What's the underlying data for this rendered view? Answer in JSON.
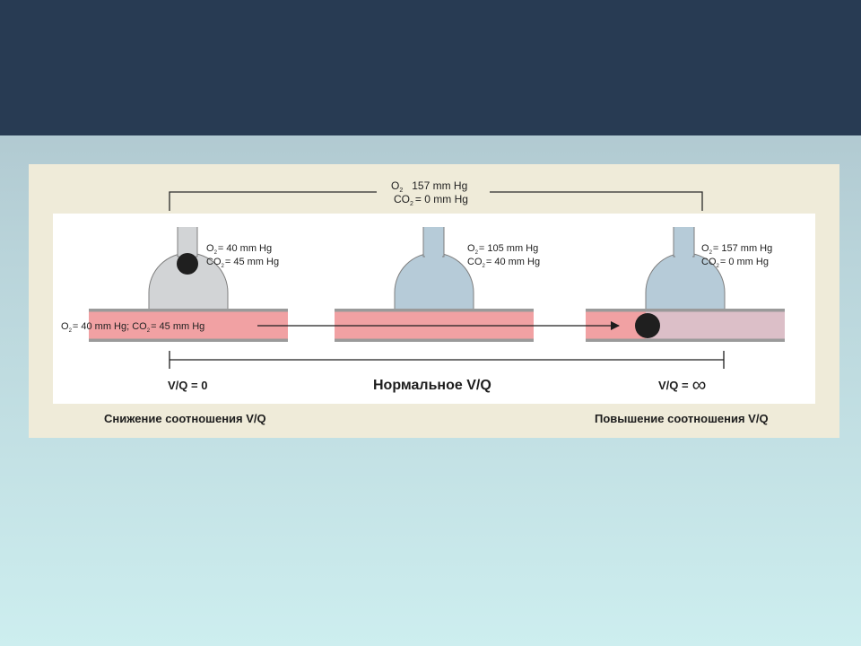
{
  "colors": {
    "title_band": "#283b53",
    "figure_bg": "#efebd9",
    "inner_panel": "#ffffff",
    "capillary": "#f1a1a3",
    "capillary_high": "#dcbfc8",
    "alveolus_blocked": "#d2d4d6",
    "alveolus": "#b6cbd8",
    "wall": "#9a9a9a"
  },
  "diagram": {
    "inspired": {
      "o2_sym": "O",
      "o2_sub": "2",
      "o2_value": "157 mm Hg",
      "co2_sym": "CO",
      "co2_sub": "2",
      "co2_value": "= 0 mm Hg"
    },
    "left_alveolus": {
      "o2_sym": "O",
      "o2_sub": "2",
      "o2_value": "= 40 mm Hg",
      "co2_sym": "CO",
      "co2_sub": "2",
      "co2_value": "= 45 mm Hg"
    },
    "middle_alveolus": {
      "o2_sym": "O",
      "o2_sub": "2",
      "o2_value": "= 105 mm Hg",
      "co2_sym": "CO",
      "co2_sub": "2",
      "co2_value": "= 40 mm Hg"
    },
    "right_alveolus": {
      "o2_sym": "O",
      "o2_sub": "2",
      "o2_value": "= 157 mm Hg",
      "co2_sym": "CO",
      "co2_sub": "2",
      "co2_value": "= 0 mm Hg"
    },
    "blood": {
      "o2_sym": "O",
      "o2_sub": "2",
      "o2_value": "= 40 mm Hg; CO",
      "co2_sub": "2",
      "co2_value": "= 45 mm Hg"
    },
    "scale": {
      "left_label": "V/Q = 0",
      "center_label": "Нормальное V/Q",
      "right_label": "V/Q =",
      "infinity": "∞"
    },
    "captions": {
      "left": "Снижение соотношения V/Q",
      "right": "Повышение соотношения V/Q"
    }
  }
}
